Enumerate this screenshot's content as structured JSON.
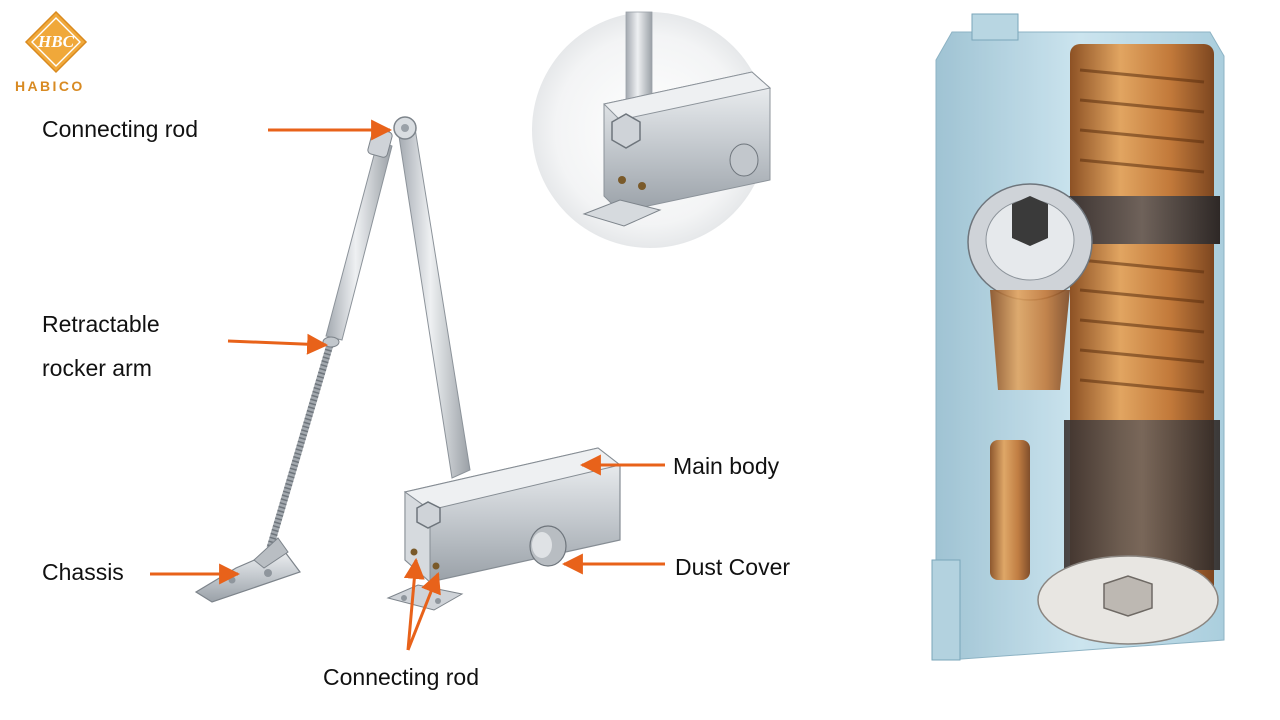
{
  "brand": {
    "name": "HABICO",
    "logo_monogram": "HBC"
  },
  "labels": {
    "connecting_rod_top": "Connecting rod",
    "retractable_line1": "Retractable",
    "retractable_line2": "rocker arm",
    "chassis": "Chassis",
    "main_body": "Main body",
    "dust_cover": "Dust Cover",
    "connecting_rod_bottom": "Connecting rod"
  },
  "colors": {
    "arrow": "#e8621a",
    "metal": "#c9cdd2",
    "logo": "#f0a83a",
    "cutaway_glass": "#a9cfdf",
    "oil": "#c8762c"
  }
}
